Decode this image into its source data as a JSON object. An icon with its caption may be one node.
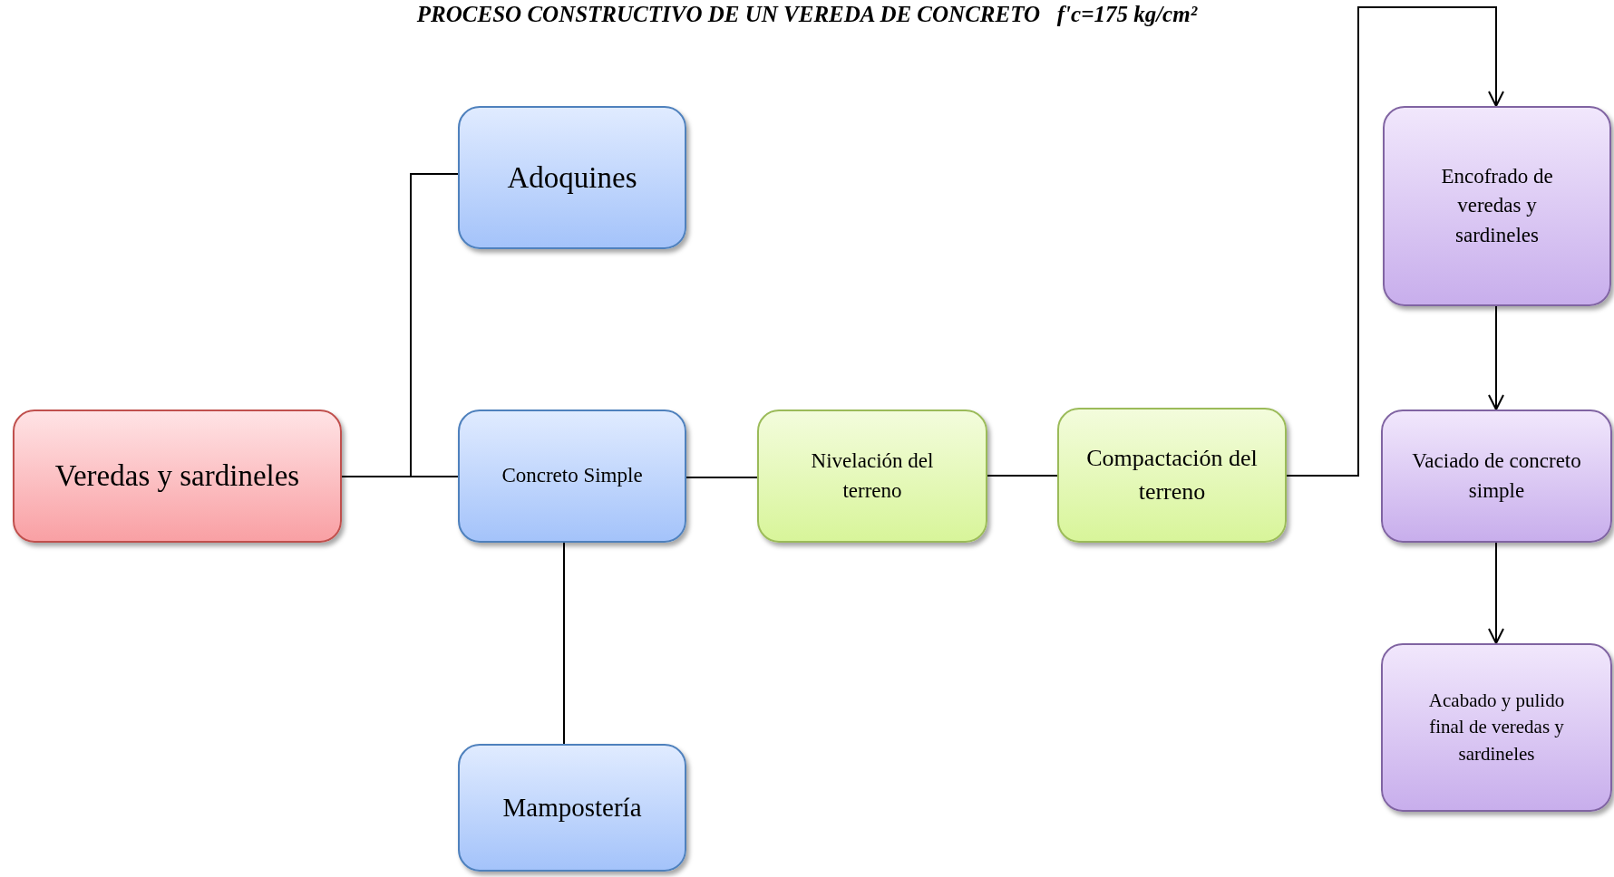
{
  "diagram": {
    "title": "PROCESO CONSTRUCTIVO DE UN VEREDA DE CONCRETO   f'c=175 kg/cm²",
    "nodes": [
      {
        "text": [
          "Veredas y sardineles"
        ]
      },
      {
        "text": [
          "Adoquines"
        ]
      },
      {
        "text": [
          "Concreto Simple"
        ]
      },
      {
        "text": [
          "Mampostería"
        ]
      },
      {
        "text": [
          "Nivelación del terreno"
        ]
      },
      {
        "text": [
          "Compactación del terreno"
        ]
      },
      {
        "text": [
          "Encofrado de veredas y sardineles"
        ]
      },
      {
        "text": [
          "Vaciado de concreto simple"
        ]
      },
      {
        "text": [
          "Acabado y pulido final de veredas y sardineles"
        ]
      }
    ],
    "edges": [
      {
        "from": 0,
        "to": 1,
        "arrow": "none"
      },
      {
        "from": 0,
        "to": 2,
        "arrow": "none"
      },
      {
        "from": 2,
        "to": 3,
        "arrow": "none"
      },
      {
        "from": 2,
        "to": 4,
        "arrow": "none"
      },
      {
        "from": 4,
        "to": 5,
        "arrow": "none"
      },
      {
        "from": 5,
        "to": 6,
        "arrow": "to"
      },
      {
        "from": 6,
        "to": 7,
        "arrow": "to"
      },
      {
        "from": 7,
        "to": 8,
        "arrow": "to"
      }
    ]
  }
}
